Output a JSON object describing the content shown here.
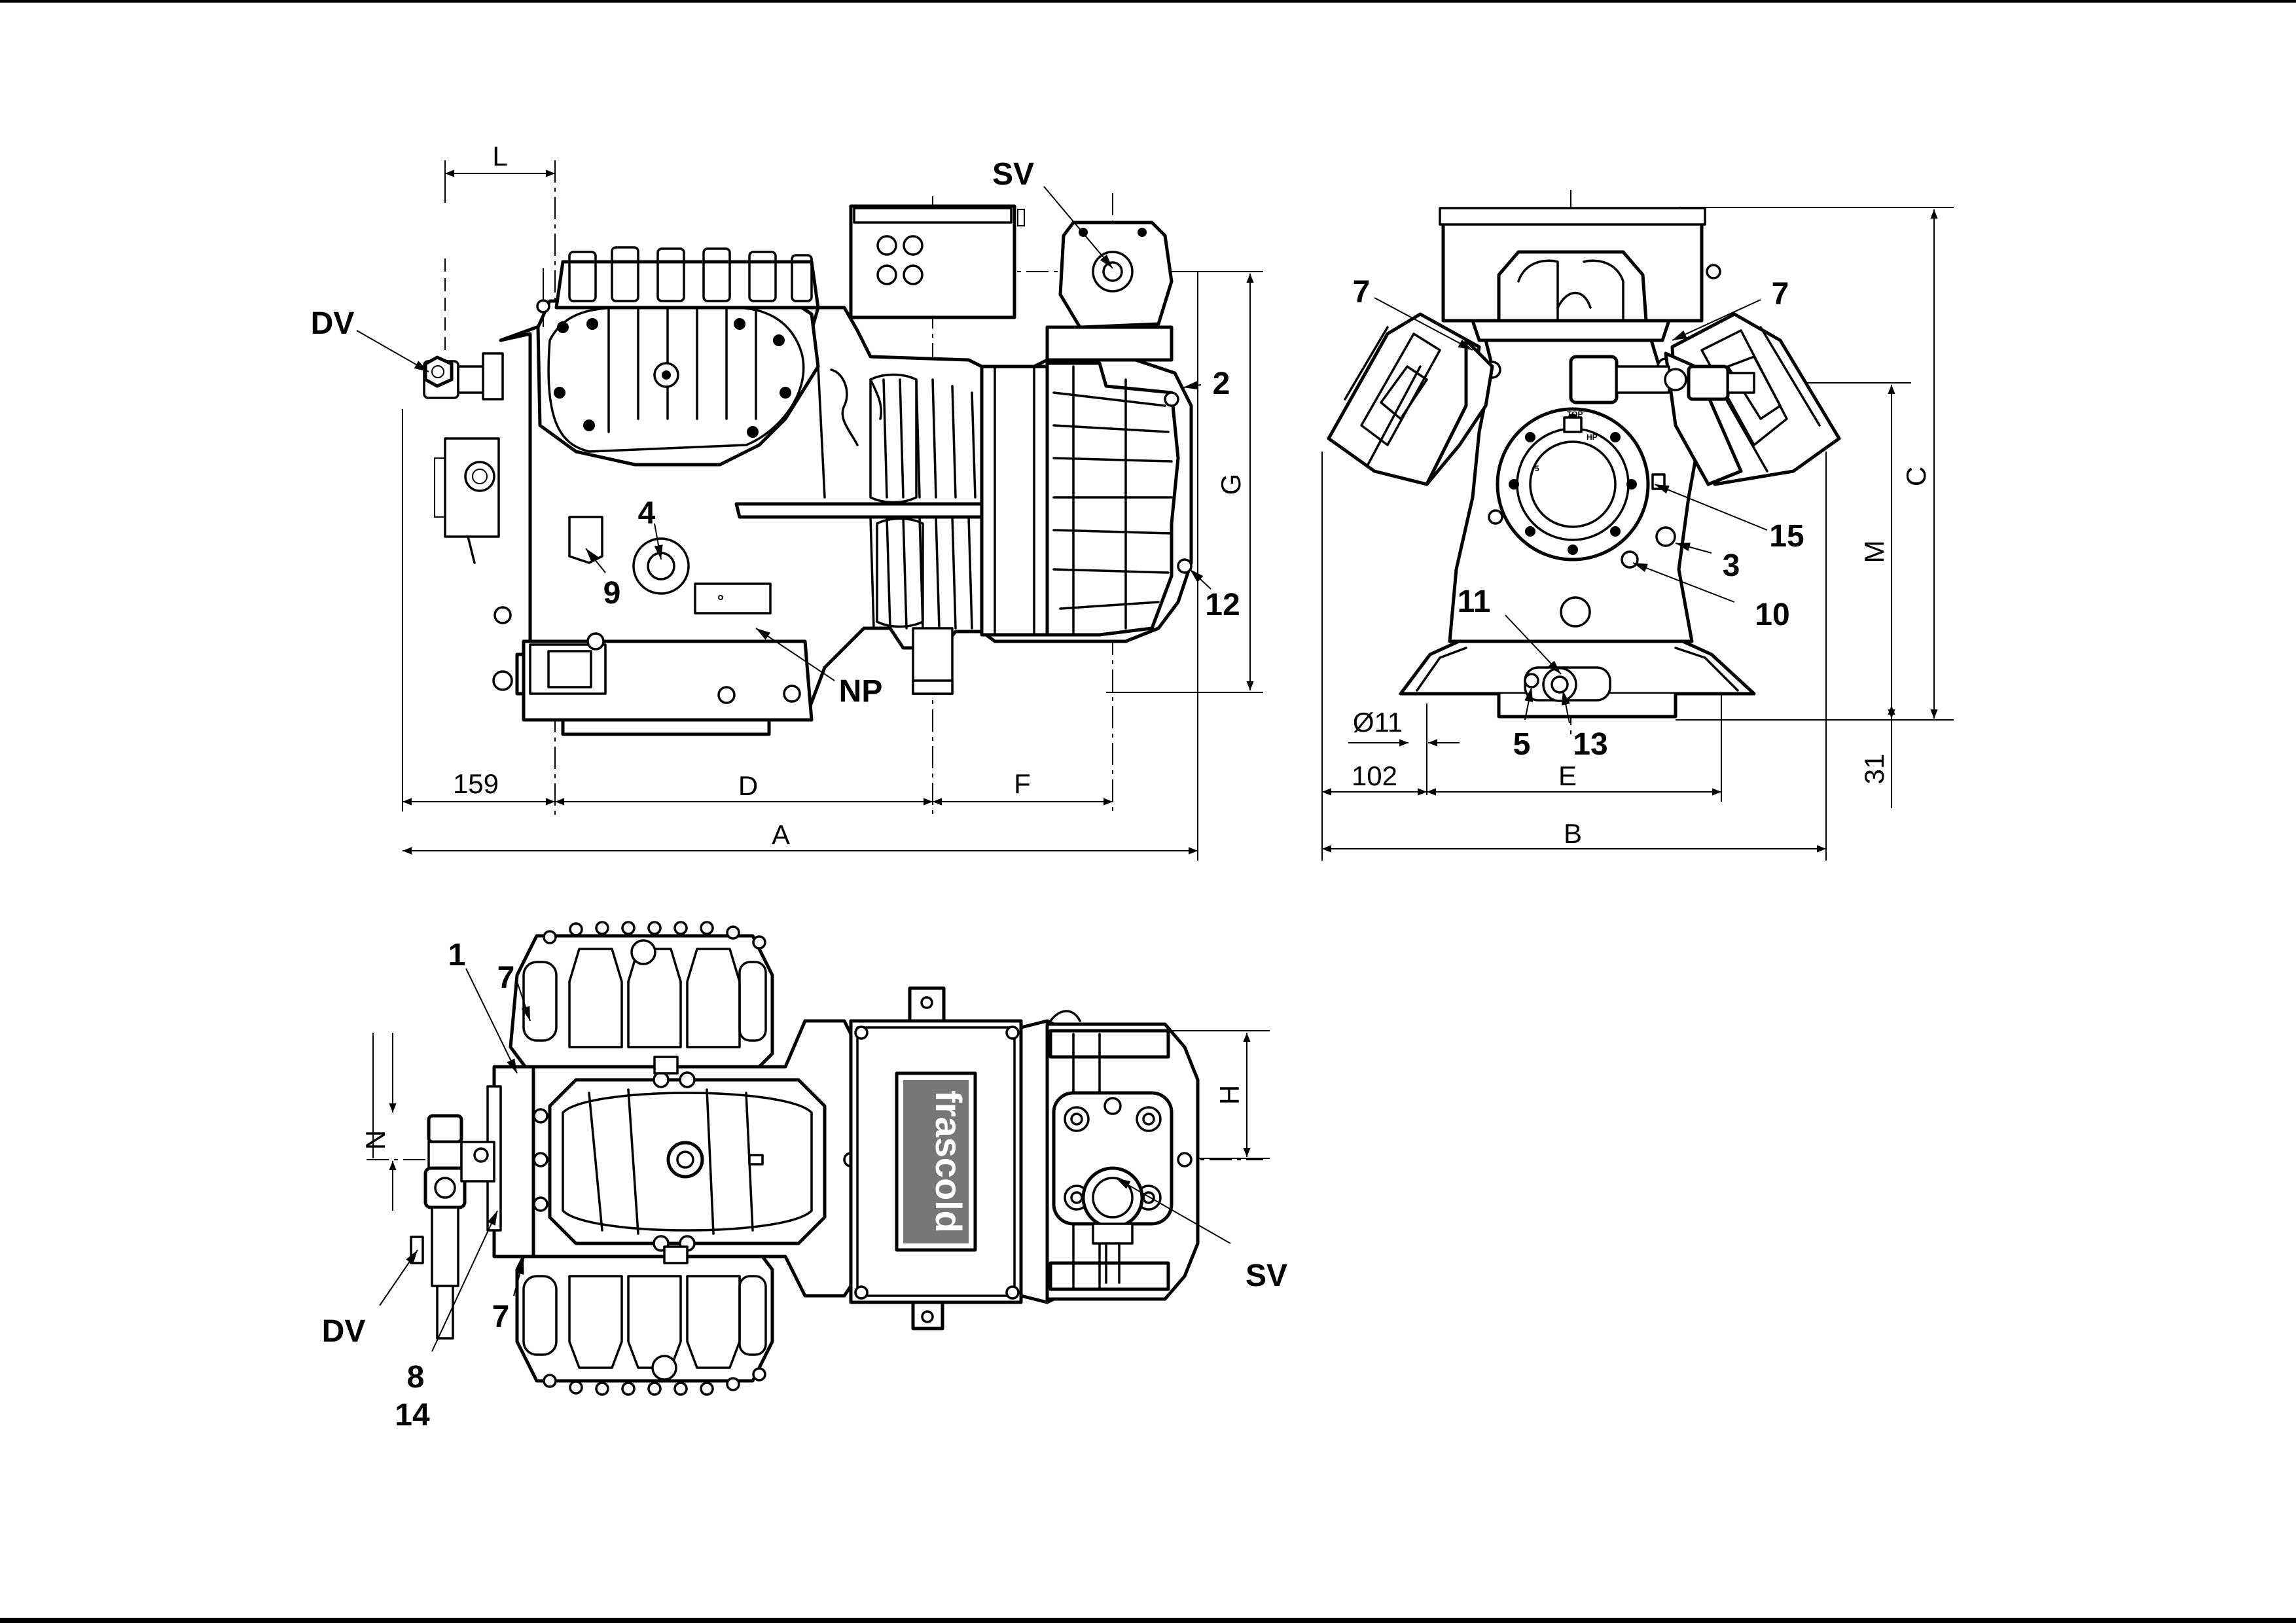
{
  "drawing": {
    "brand": "frascold",
    "side_view": {
      "dimensions": {
        "L": "L",
        "G": "G",
        "d159": "159",
        "D": "D",
        "F": "F",
        "A": "A"
      },
      "callouts": {
        "SV": "SV",
        "DV": "DV",
        "c2": "2",
        "c4": "4",
        "c9": "9",
        "c12": "12",
        "NP": "NP"
      }
    },
    "end_view": {
      "dimensions": {
        "C": "C",
        "M": "M",
        "d11": "Ø11",
        "d102": "102",
        "E": "E",
        "B": "B",
        "d31": "31"
      },
      "callouts": {
        "c7a": "7",
        "c7b": "7",
        "c15": "15",
        "c3": "3",
        "c11": "11",
        "c10": "10",
        "c5": "5",
        "c13": "13"
      },
      "plate_text": {
        "top": "TOP",
        "hp": "HP",
        "five": "5"
      }
    },
    "top_view": {
      "dimensions": {
        "N": "N",
        "H": "H"
      },
      "callouts": {
        "c1": "1",
        "c7a": "7",
        "c7b": "7",
        "DV": "DV",
        "c8": "8",
        "c14": "14",
        "SV": "SV"
      }
    }
  }
}
